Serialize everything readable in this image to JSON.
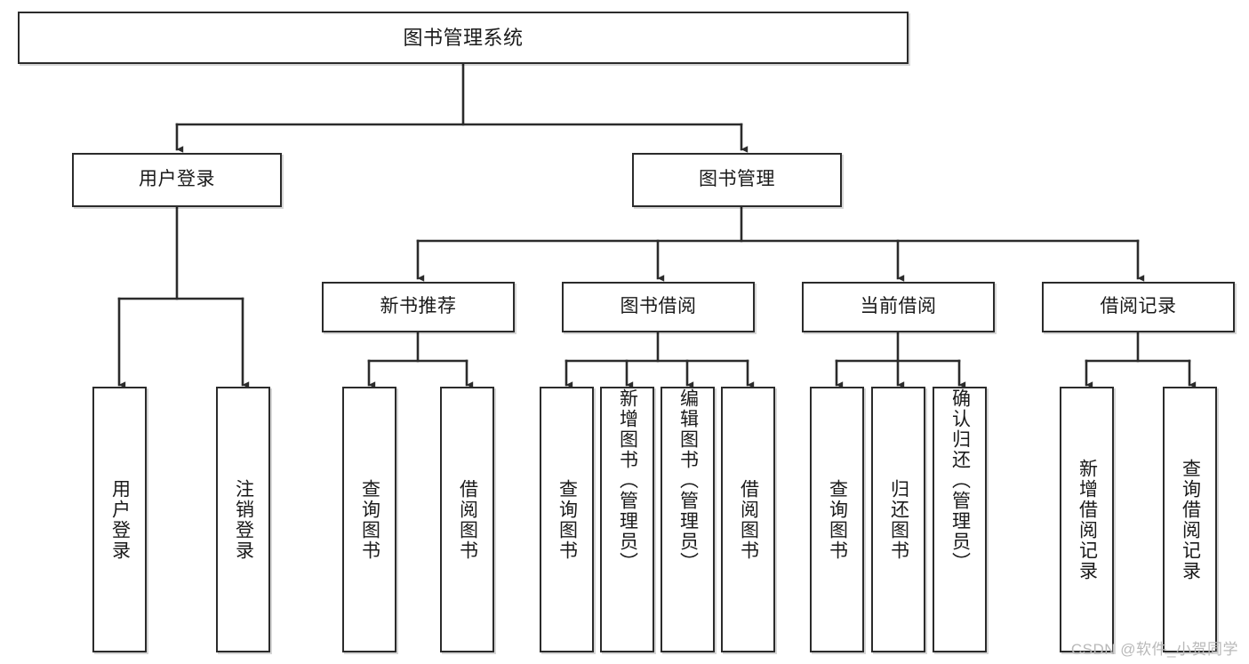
{
  "diagram": {
    "title": "图书管理系统",
    "type": "hierarchy-tree",
    "watermark": "CSDN @软件_小贺同学",
    "colors": {
      "background": "#ffffff",
      "box_border": "#2b2b2b",
      "box_fill": "#ffffff",
      "connector": "#2b2b2b",
      "text": "#1a1a1a",
      "watermark": "#b9b9b9"
    },
    "nodes": {
      "root": {
        "label": "图书管理系统"
      },
      "level1": [
        {
          "id": "user-login",
          "label": "用户登录"
        },
        {
          "id": "book-management",
          "label": "图书管理"
        }
      ],
      "level2": [
        {
          "id": "new-book-recommend",
          "label": "新书推荐"
        },
        {
          "id": "book-borrow",
          "label": "图书借阅"
        },
        {
          "id": "current-borrow",
          "label": "当前借阅"
        },
        {
          "id": "borrow-record",
          "label": "借阅记录"
        }
      ],
      "leaves": {
        "user_login": [
          {
            "id": "leaf-user-login",
            "label": "用户登录"
          },
          {
            "id": "leaf-logout-login",
            "label": "注销登录"
          }
        ],
        "new_book_recommend": [
          {
            "id": "leaf-query-book-1",
            "label": "查询图书"
          },
          {
            "id": "leaf-borrow-book-1",
            "label": "借阅图书"
          }
        ],
        "book_borrow": [
          {
            "id": "leaf-query-book-2",
            "label": "查询图书"
          },
          {
            "id": "leaf-add-book-admin",
            "label": "新增图书（管理员）"
          },
          {
            "id": "leaf-edit-book-admin",
            "label": "编辑图书（管理员）"
          },
          {
            "id": "leaf-borrow-book-2",
            "label": "借阅图书"
          }
        ],
        "current_borrow": [
          {
            "id": "leaf-query-book-3",
            "label": "查询图书"
          },
          {
            "id": "leaf-return-book",
            "label": "归还图书"
          },
          {
            "id": "leaf-confirm-return-admin",
            "label": "确认归还（管理员）"
          }
        ],
        "borrow_record": [
          {
            "id": "leaf-add-borrow-record",
            "label": "新增借阅记录"
          },
          {
            "id": "leaf-query-borrow-record",
            "label": "查询借阅记录"
          }
        ]
      }
    }
  }
}
